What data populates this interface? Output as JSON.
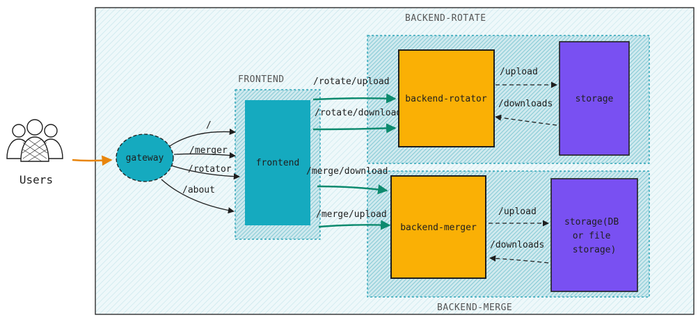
{
  "actors": {
    "users": {
      "label": "Users"
    }
  },
  "groups": {
    "frontend": {
      "label": "FRONTEND"
    },
    "backend_rotate": {
      "label": "BACKEND-ROTATE"
    },
    "backend_merge": {
      "label": "BACKEND-MERGE"
    }
  },
  "nodes": {
    "gateway": {
      "label": "gateway"
    },
    "frontend": {
      "label": "frontend"
    },
    "backend_rotator": {
      "label": "backend-rotator"
    },
    "backend_merger": {
      "label": "backend-merger"
    },
    "storage_rotate": {
      "label": "storage"
    },
    "storage_merge": {
      "lines": [
        "storage(DB",
        "or file",
        "storage)"
      ]
    }
  },
  "edges": {
    "gw_root": "/",
    "gw_merger": "/merger",
    "gw_rotator": "/rotator",
    "gw_about": "/about",
    "rotate_upload": "/rotate/upload",
    "rotate_download": "/rotate/download",
    "merge_download": "/merge/download",
    "merge_upload": "/merge/upload",
    "rot_upload": "/upload",
    "rot_downloads": "/downloads",
    "mer_upload": "/upload",
    "mer_downloads": "/downloads"
  },
  "colors": {
    "group_fill": "#d6eef3",
    "group_hatch": "#8fcbd6",
    "group_border": "#1098ad",
    "teal": "#15aabf",
    "orange": "#fab005",
    "purple": "#7950f2",
    "green_arrow": "#0c8a6e",
    "orange_arrow": "#e8850c",
    "stroke": "#1e1e1e"
  }
}
